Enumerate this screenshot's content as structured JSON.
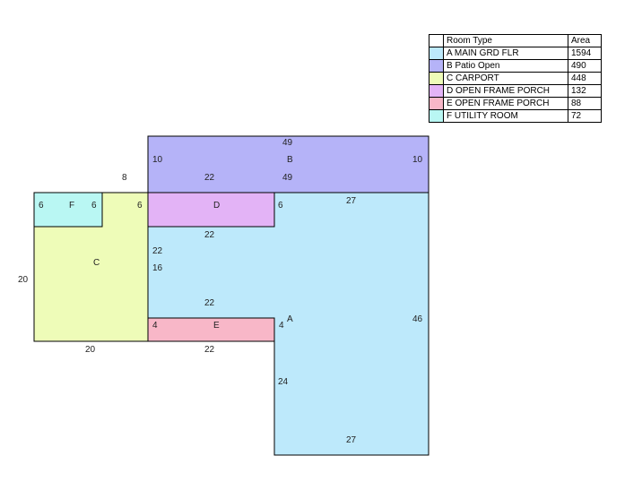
{
  "legend": {
    "header": {
      "type": "Room Type",
      "area": "Area"
    },
    "rows": [
      {
        "label": "A MAIN GRD FLR",
        "area": "1594",
        "color": "#bde9fb"
      },
      {
        "label": "B Patio Open",
        "area": "490",
        "color": "#b5b3f8"
      },
      {
        "label": "C CARPORT",
        "area": "448",
        "color": "#eefcb8"
      },
      {
        "label": "D OPEN FRAME PORCH",
        "area": "132",
        "color": "#e3b3f6"
      },
      {
        "label": "E OPEN FRAME PORCH",
        "area": "88",
        "color": "#f8b7c8"
      },
      {
        "label": "F UTILITY ROOM",
        "area": "72",
        "color": "#b9f7f3"
      }
    ]
  },
  "rooms": {
    "A": "A",
    "B": "B",
    "C": "C",
    "D": "D",
    "E": "E",
    "F": "F"
  },
  "dims": {
    "b_top": "49",
    "b_left": "10",
    "b_right": "10",
    "b_bottom_left": "22",
    "b_bottom_mid": "49",
    "carport_top": "8",
    "f_left": "6",
    "f_right": "6",
    "c_right": "6",
    "d_right": "6",
    "a_top": "27",
    "d_bottom": "22",
    "c_left": "20",
    "c_bottom": "20",
    "mid_22": "22",
    "mid_16": "16",
    "e_top": "22",
    "e_left": "4",
    "e_right": "4",
    "e_bottom": "22",
    "a_right": "46",
    "a_lower_left": "24",
    "a_bottom": "27"
  }
}
